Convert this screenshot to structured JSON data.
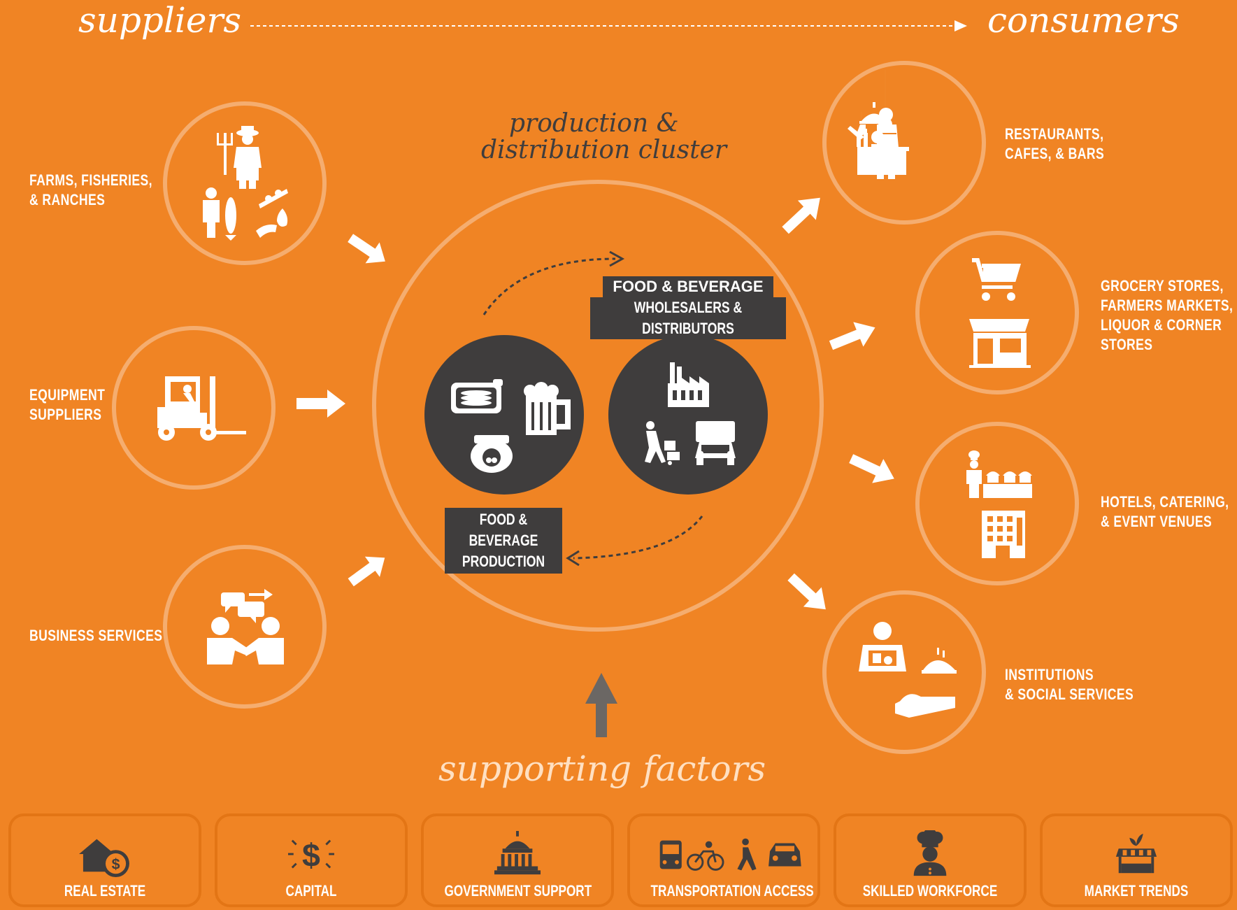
{
  "header": {
    "left_title": "suppliers",
    "right_title": "consumers"
  },
  "cluster": {
    "title_line1": "production &",
    "title_line2": "distribution cluster",
    "wholesalers_line1": "FOOD & BEVERAGE",
    "wholesalers_line2": "WHOLESALERS & DISTRIBUTORS",
    "production_line1": "FOOD & BEVERAGE",
    "production_line2": "PRODUCTION"
  },
  "suppliers": [
    {
      "lines": [
        "FARMS, FISHERIES,",
        "& RANCHES"
      ],
      "icon": "farmer-fisher-icon"
    },
    {
      "lines": [
        "EQUIPMENT",
        "SUPPLIERS"
      ],
      "icon": "forklift-icon"
    },
    {
      "lines": [
        "BUSINESS SERVICES"
      ],
      "icon": "handshake-icon"
    }
  ],
  "consumers": [
    {
      "lines": [
        "RESTAURANTS,",
        "CAFES, & BARS"
      ],
      "icon": "waiter-icon"
    },
    {
      "lines": [
        "GROCERY STORES,",
        "FARMERS MARKETS,",
        "LIQUOR & CORNER",
        "STORES"
      ],
      "icon": "shopping-cart-store-icon"
    },
    {
      "lines": [
        "HOTELS, CATERING,",
        "& EVENT VENUES"
      ],
      "icon": "chef-hotel-icon"
    },
    {
      "lines": [
        "INSTITUTIONS",
        "& SOCIAL SERVICES"
      ],
      "icon": "meal-service-icon"
    }
  ],
  "supporting": {
    "title": "supporting factors",
    "factors": [
      {
        "label": "REAL ESTATE",
        "icon": "house-dollar-icon"
      },
      {
        "label": "CAPITAL",
        "icon": "dollar-icon"
      },
      {
        "label": "GOVERNMENT SUPPORT",
        "icon": "capitol-icon"
      },
      {
        "label": "TRANSPORTATION ACCESS",
        "icon": "transport-icon"
      },
      {
        "label": "SKILLED WORKFORCE",
        "icon": "chef-icon"
      },
      {
        "label": "MARKET TRENDS",
        "icon": "market-stall-icon"
      }
    ]
  },
  "colors": {
    "background": "#f08424",
    "ring": "#f5ad6f",
    "dark": "#3f3d3d",
    "white": "#ffffff"
  }
}
